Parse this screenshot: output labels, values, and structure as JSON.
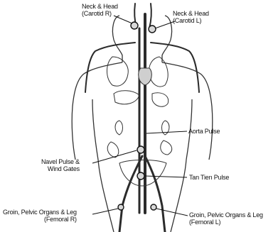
{
  "labels": {
    "neck_head_right": {
      "line1": "Neck & Head",
      "line2": "(Carotid R)"
    },
    "neck_head_left": {
      "line1": "Neck & Head",
      "line2": "(Carotid L)"
    },
    "aorta_pulse": "Aorta Pulse",
    "navel_pulse": {
      "line1": "Navel Pulse &",
      "line2": "Wind Gates"
    },
    "tan_tien_pulse": "Tan Tien Pulse",
    "groin_right": {
      "line1": "Groin, Pelvic Organs & Leg",
      "line2": "(Femoral R)"
    },
    "groin_left": {
      "line1": "Groin, Pelvic Organs & Leg",
      "line2": "(Femoral L)"
    }
  },
  "colors": {
    "ink": "#1a1a1a",
    "vessel": "#2b2b2b",
    "marker_fill": "#d8d8d8"
  }
}
